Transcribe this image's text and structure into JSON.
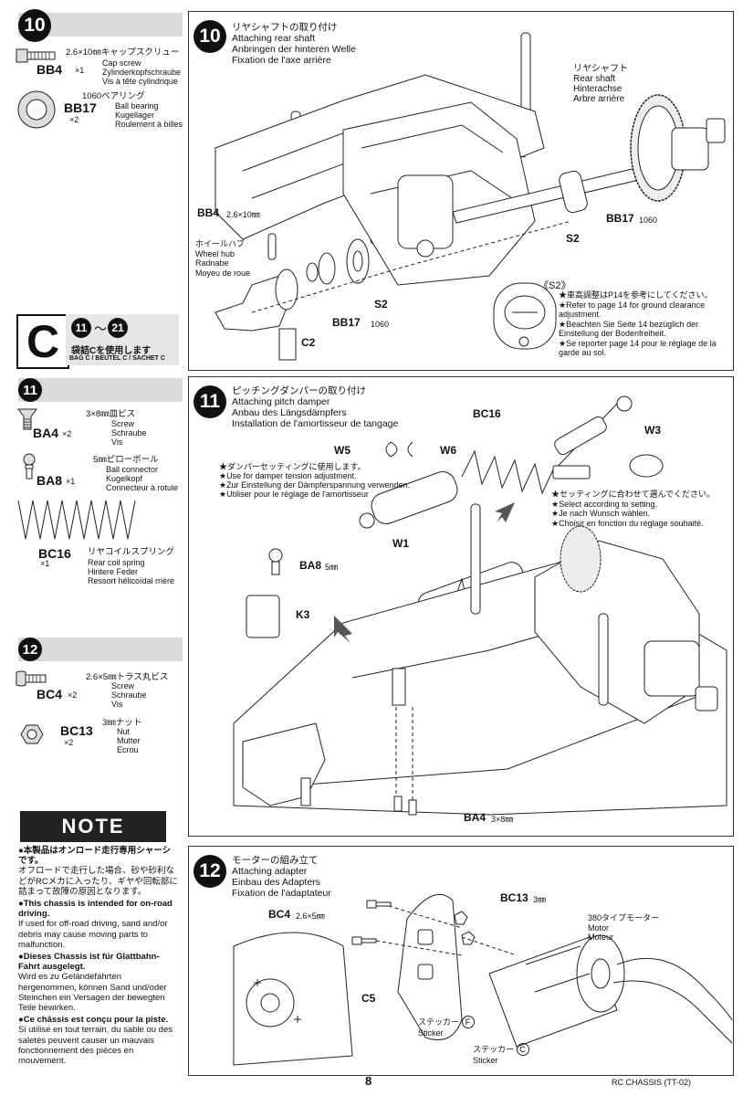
{
  "left_column": {
    "step10": {
      "number": "10",
      "parts": [
        {
          "code": "BB4",
          "qty": "×1",
          "jp": "2.6×10㎜キャップスクリュー",
          "en": "Cap screw",
          "de": "Zylinderkopfschraube",
          "fr": "Vis à tête cylindrique"
        },
        {
          "code": "BB17",
          "qty": "×2",
          "jp": "1060ベアリング",
          "en": "Ball bearing",
          "de": "Kugellager",
          "fr": "Roulement à billes"
        }
      ]
    },
    "bag": {
      "letter": "C",
      "range_from": "11",
      "range_sep": "～",
      "range_to": "21",
      "jp": "袋詰Cを使用します",
      "ml": "BAG C / BEUTEL C / SACHET C"
    },
    "step11": {
      "number": "11",
      "parts": [
        {
          "code": "BA4",
          "qty": "×2",
          "jp": "3×8㎜皿ビス",
          "en": "Screw",
          "de": "Schraube",
          "fr": "Vis"
        },
        {
          "code": "BA8",
          "qty": "×1",
          "jp": "5㎜ピローボール",
          "en": "Ball connector",
          "de": "Kugelkopf",
          "fr": "Connecteur à rotule"
        },
        {
          "code": "BC16",
          "qty": "×1",
          "jp": "リヤコイルスプリング",
          "en": "Rear coil spring",
          "de": "Hintere Feder",
          "fr": "Ressort hélicoïdal rrière"
        }
      ]
    },
    "step12": {
      "number": "12",
      "parts": [
        {
          "code": "BC4",
          "qty": "×2",
          "jp": "2.6×5㎜トラス丸ビス",
          "en": "Screw",
          "de": "Schraube",
          "fr": "Vis"
        },
        {
          "code": "BC13",
          "qty": "×2",
          "jp": "3㎜ナット",
          "en": "Nut",
          "de": "Mutter",
          "fr": "Ecrou"
        }
      ]
    },
    "note": {
      "title": "NOTE",
      "items": [
        {
          "head": "●本製品はオンロード走行専用シャーシです。",
          "body": "オフロードで走行した場合、砂や砂利などがRCメカに入ったり、ギヤや回転部に詰まって故障の原因となります。"
        },
        {
          "head": "●This chassis is intended for on-road driving.",
          "body": "If used for off-road driving, sand and/or debris may cause moving parts to malfunction."
        },
        {
          "head": "●Dieses Chassis ist für Glattbahn-Fahrt ausgelegt.",
          "body": "Wird es zu Geländefahrten hergenommen, können Sand und/oder Steinchen ein Versagen der bewegten Teile bewirken."
        },
        {
          "head": "●Ce châssis est conçu pour la piste.",
          "body": "Si utilisé en tout terrain, du sable ou des saletés peuvent causer un mauvais fonctionnement des pièces en mouvement."
        }
      ]
    }
  },
  "panel10": {
    "number": "10",
    "title_jp": "リヤシャフトの取り付け",
    "title_en": "Attaching rear shaft",
    "title_de": "Anbringen der hinteren Welle",
    "title_fr": "Fixation de l'axe arrière",
    "rear_shaft_label": [
      "リヤシャフト",
      "Rear shaft",
      "Hinterachse",
      "Arbre arrière"
    ],
    "bb4_label": "BB4",
    "bb4_size": "2.6×10㎜",
    "wheel_hub_label": [
      "ホイールハブ",
      "Wheel hub",
      "Radnabe",
      "Moyeu de roue"
    ],
    "s2": "S2",
    "bb17": "BB17",
    "bb17_size": "1060",
    "c2": "C2",
    "s2_callout": "《S2》",
    "s2_notes": [
      "★車高調整はP14を参考にしてください。",
      "★Refer to page 14 for ground clearance adjustment.",
      "★Beachten Sie Seite 14 bezüglich der Einstellung der Bodenfreiheit.",
      "★Se reporter page 14 pour le réglage de la garde au sol."
    ]
  },
  "panel11": {
    "number": "11",
    "title_jp": "ピッチングダンパーの取り付け",
    "title_en": "Attaching pitch damper",
    "title_de": "Anbau des Längsdämpfers",
    "title_fr": "Installation de l'amortisseur de tangage",
    "bc16": "BC16",
    "w3": "W3",
    "w5": "W5",
    "w6": "W6",
    "w1": "W1",
    "ba8": "BA8",
    "ba8_size": "5㎜",
    "k3": "K3",
    "ba4": "BA4",
    "ba4_size": "3×8㎜",
    "damper_notes": [
      "★ダンパーセッティングに使用します。",
      "★Use for damper tension adjustment.",
      "★Zur Einstellung der Dämpferspannung verwenden.",
      "★Utiliser pour le réglage de l'amortisseur"
    ],
    "setting_notes": [
      "★セッティングに合わせて選んでください。",
      "★Select according to setting.",
      "★Je nach Wunsch wählen.",
      "★Choisir en fonction du réglage souhaité."
    ]
  },
  "panel12": {
    "number": "12",
    "title_jp": "モーターの組み立て",
    "title_en": "Attaching adapter",
    "title_de": "Einbau des Adapters",
    "title_fr": "Fixation de l'adaptateur",
    "bc4": "BC4",
    "bc4_size": "2.6×5㎜",
    "bc13": "BC13",
    "bc13_size": "3㎜",
    "motor_label": [
      "380タイプモーター",
      "Motor",
      "Moteur"
    ],
    "c5": "C5",
    "sticker_f": [
      "ステッカー",
      "F",
      "Sticker"
    ],
    "sticker_c": [
      "ステッカー",
      "C",
      "Sticker"
    ]
  },
  "footer": {
    "page_number": "8",
    "bottom_right": "RC CHASSIS (TT-02)"
  }
}
